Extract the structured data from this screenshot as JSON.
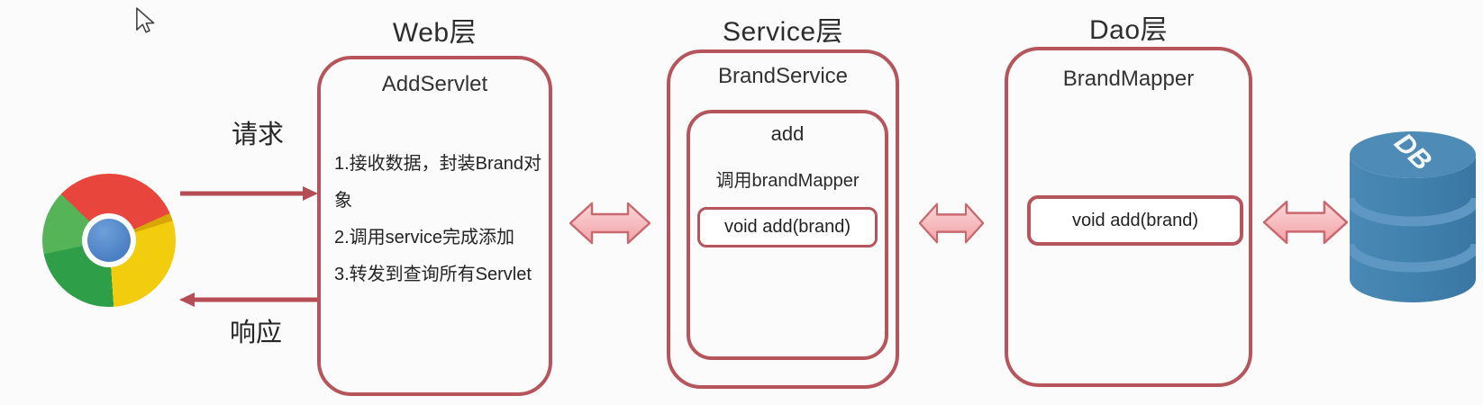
{
  "colors": {
    "bg": "#fbfbfb",
    "box-border": "#b6565c",
    "arrow-red": "#b44e54",
    "pink-top": "#fbd7d8",
    "pink-bottom": "#f2a2a7",
    "pink-stroke": "#c9686e",
    "db-blue": "#4080ad",
    "db-blue-top": "#4e8cb7",
    "db-groove": "#5e97c2"
  },
  "flow": {
    "request_label": "请求",
    "response_label": "响应"
  },
  "web_layer": {
    "title": "Web层",
    "component": "AddServlet",
    "steps": [
      "1.接收数据，封装Brand对象",
      "2.调用service完成添加",
      "3.转发到查询所有Servlet"
    ]
  },
  "service_layer": {
    "title": "Service层",
    "component": "BrandService",
    "method_name": "add",
    "method_note": "调用brandMapper",
    "dao_call": "void add(brand)"
  },
  "dao_layer": {
    "title": "Dao层",
    "component": "BrandMapper",
    "method": "void add(brand)"
  },
  "database": {
    "label": "DB"
  }
}
